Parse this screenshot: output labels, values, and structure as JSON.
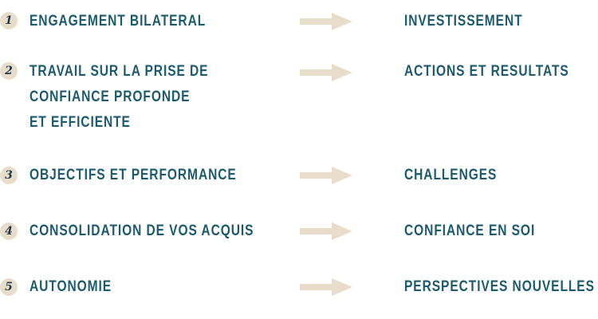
{
  "rows": [
    {
      "number": "1",
      "left": [
        "ENGAGEMENT BILATERAL"
      ],
      "right": "INVESTISSEMENT"
    },
    {
      "number": "2",
      "left": [
        "TRAVAIL SUR LA PRISE DE",
        "CONFIANCE PROFONDE",
        "ET EFFICIENTE"
      ],
      "right": "ACTIONS ET RESULTATS"
    },
    {
      "number": "3",
      "left": [
        "OBJECTIFS ET PERFORMANCE"
      ],
      "right": "CHALLENGES"
    },
    {
      "number": "4",
      "left": [
        "CONSOLIDATION DE VOS ACQUIS"
      ],
      "right": "CONFIANCE EN SOI"
    },
    {
      "number": "5",
      "left": [
        "AUTONOMIE"
      ],
      "right": "PERSPECTIVES NOUVELLES"
    }
  ],
  "icons": {
    "arrow": "right-arrow-icon",
    "badge": "number-badge"
  },
  "colors": {
    "text": "#1c5a6e",
    "badge_bg": "#e8dccb",
    "badge_text": "#1f3a4d",
    "arrow": "#e8dccb"
  }
}
